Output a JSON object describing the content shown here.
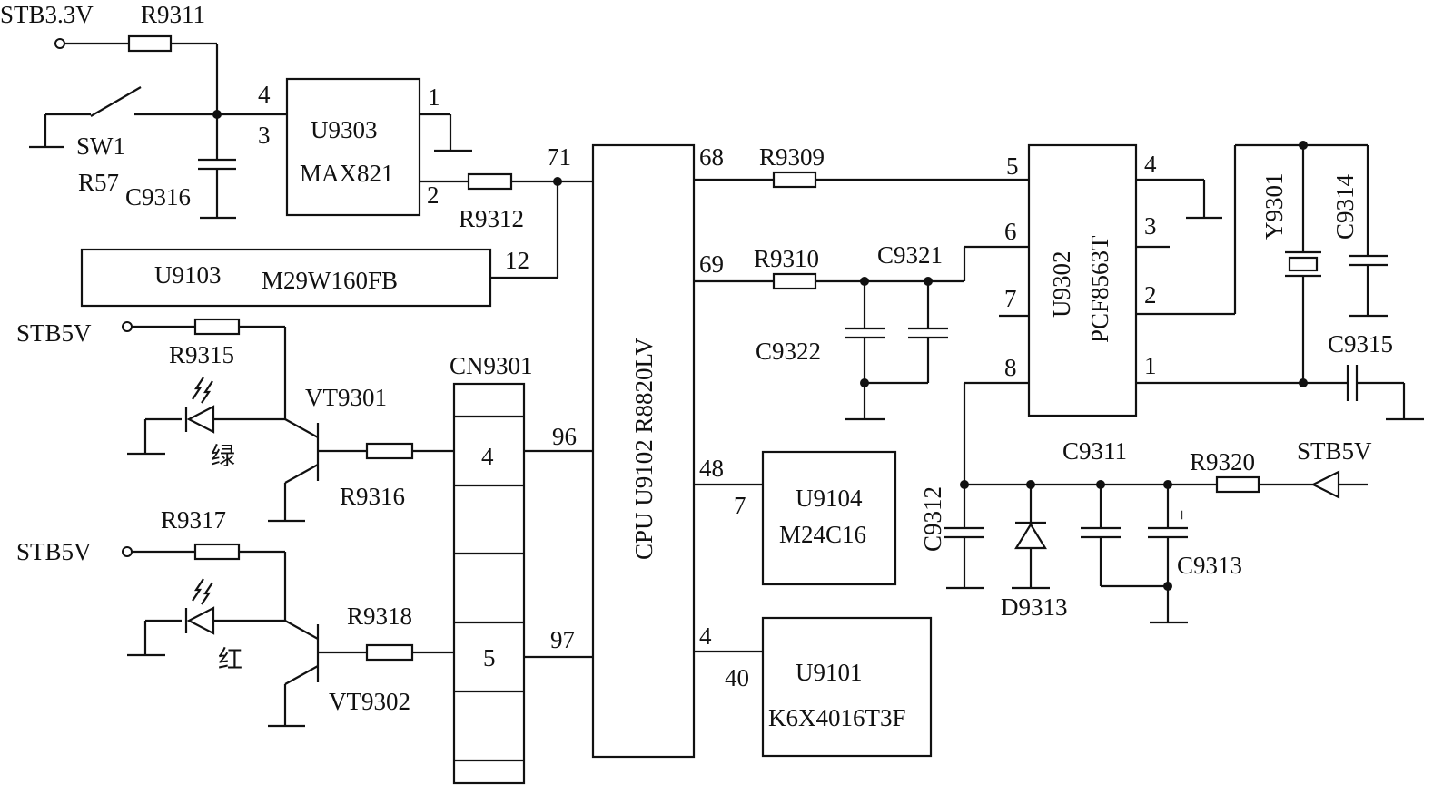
{
  "labels": {
    "stb33v": "STB3.3V",
    "r9311": "R9311",
    "pin4_u9303": "4",
    "pin3_u9303": "3",
    "pin1_u9303": "1",
    "pin2_u9303": "2",
    "sw1": "SW1",
    "r57": "R57",
    "c9316": "C9316",
    "u9303_name": "U9303",
    "u9303_part": "MAX821",
    "r9312": "R9312",
    "pin71": "71",
    "pin12": "12",
    "u9103_name": "U9103",
    "u9103_part": "M29W160FB",
    "stb5v_1": "STB5V",
    "r9315": "R9315",
    "vt9301": "VT9301",
    "green": "绿",
    "r9316": "R9316",
    "r9317": "R9317",
    "stb5v_2": "STB5V",
    "red": "红",
    "r9318": "R9318",
    "vt9302": "VT9302",
    "cn9301": "CN9301",
    "cn_pin4": "4",
    "cn_pin5": "5",
    "pin96": "96",
    "pin97": "97",
    "cpu_label": "CPU  U9102  R8820LV",
    "pin68": "68",
    "pin69": "69",
    "pin48": "48",
    "pin4_cpu": "4",
    "r9309": "R9309",
    "r9310": "R9310",
    "c9321": "C9321",
    "c9322": "C9322",
    "pin7_u9104": "7",
    "u9104_name": "U9104",
    "u9104_part": "M24C16",
    "pin40": "40",
    "u9101_name": "U9101",
    "u9101_part": "K6X4016T3F",
    "u9302_name": "U9302",
    "u9302_part": "PCF8563T",
    "u9302_pin5": "5",
    "u9302_pin6": "6",
    "u9302_pin7": "7",
    "u9302_pin8": "8",
    "u9302_pin4": "4",
    "u9302_pin3": "3",
    "u9302_pin2": "2",
    "u9302_pin1": "1",
    "y9301": "Y9301",
    "c9314": "C9314",
    "c9315": "C9315",
    "c9311": "C9311",
    "r9320": "R9320",
    "stb5v_3": "STB5V",
    "c9312": "C9312",
    "d9313": "D9313",
    "c9313": "C9313",
    "plus": "+"
  }
}
